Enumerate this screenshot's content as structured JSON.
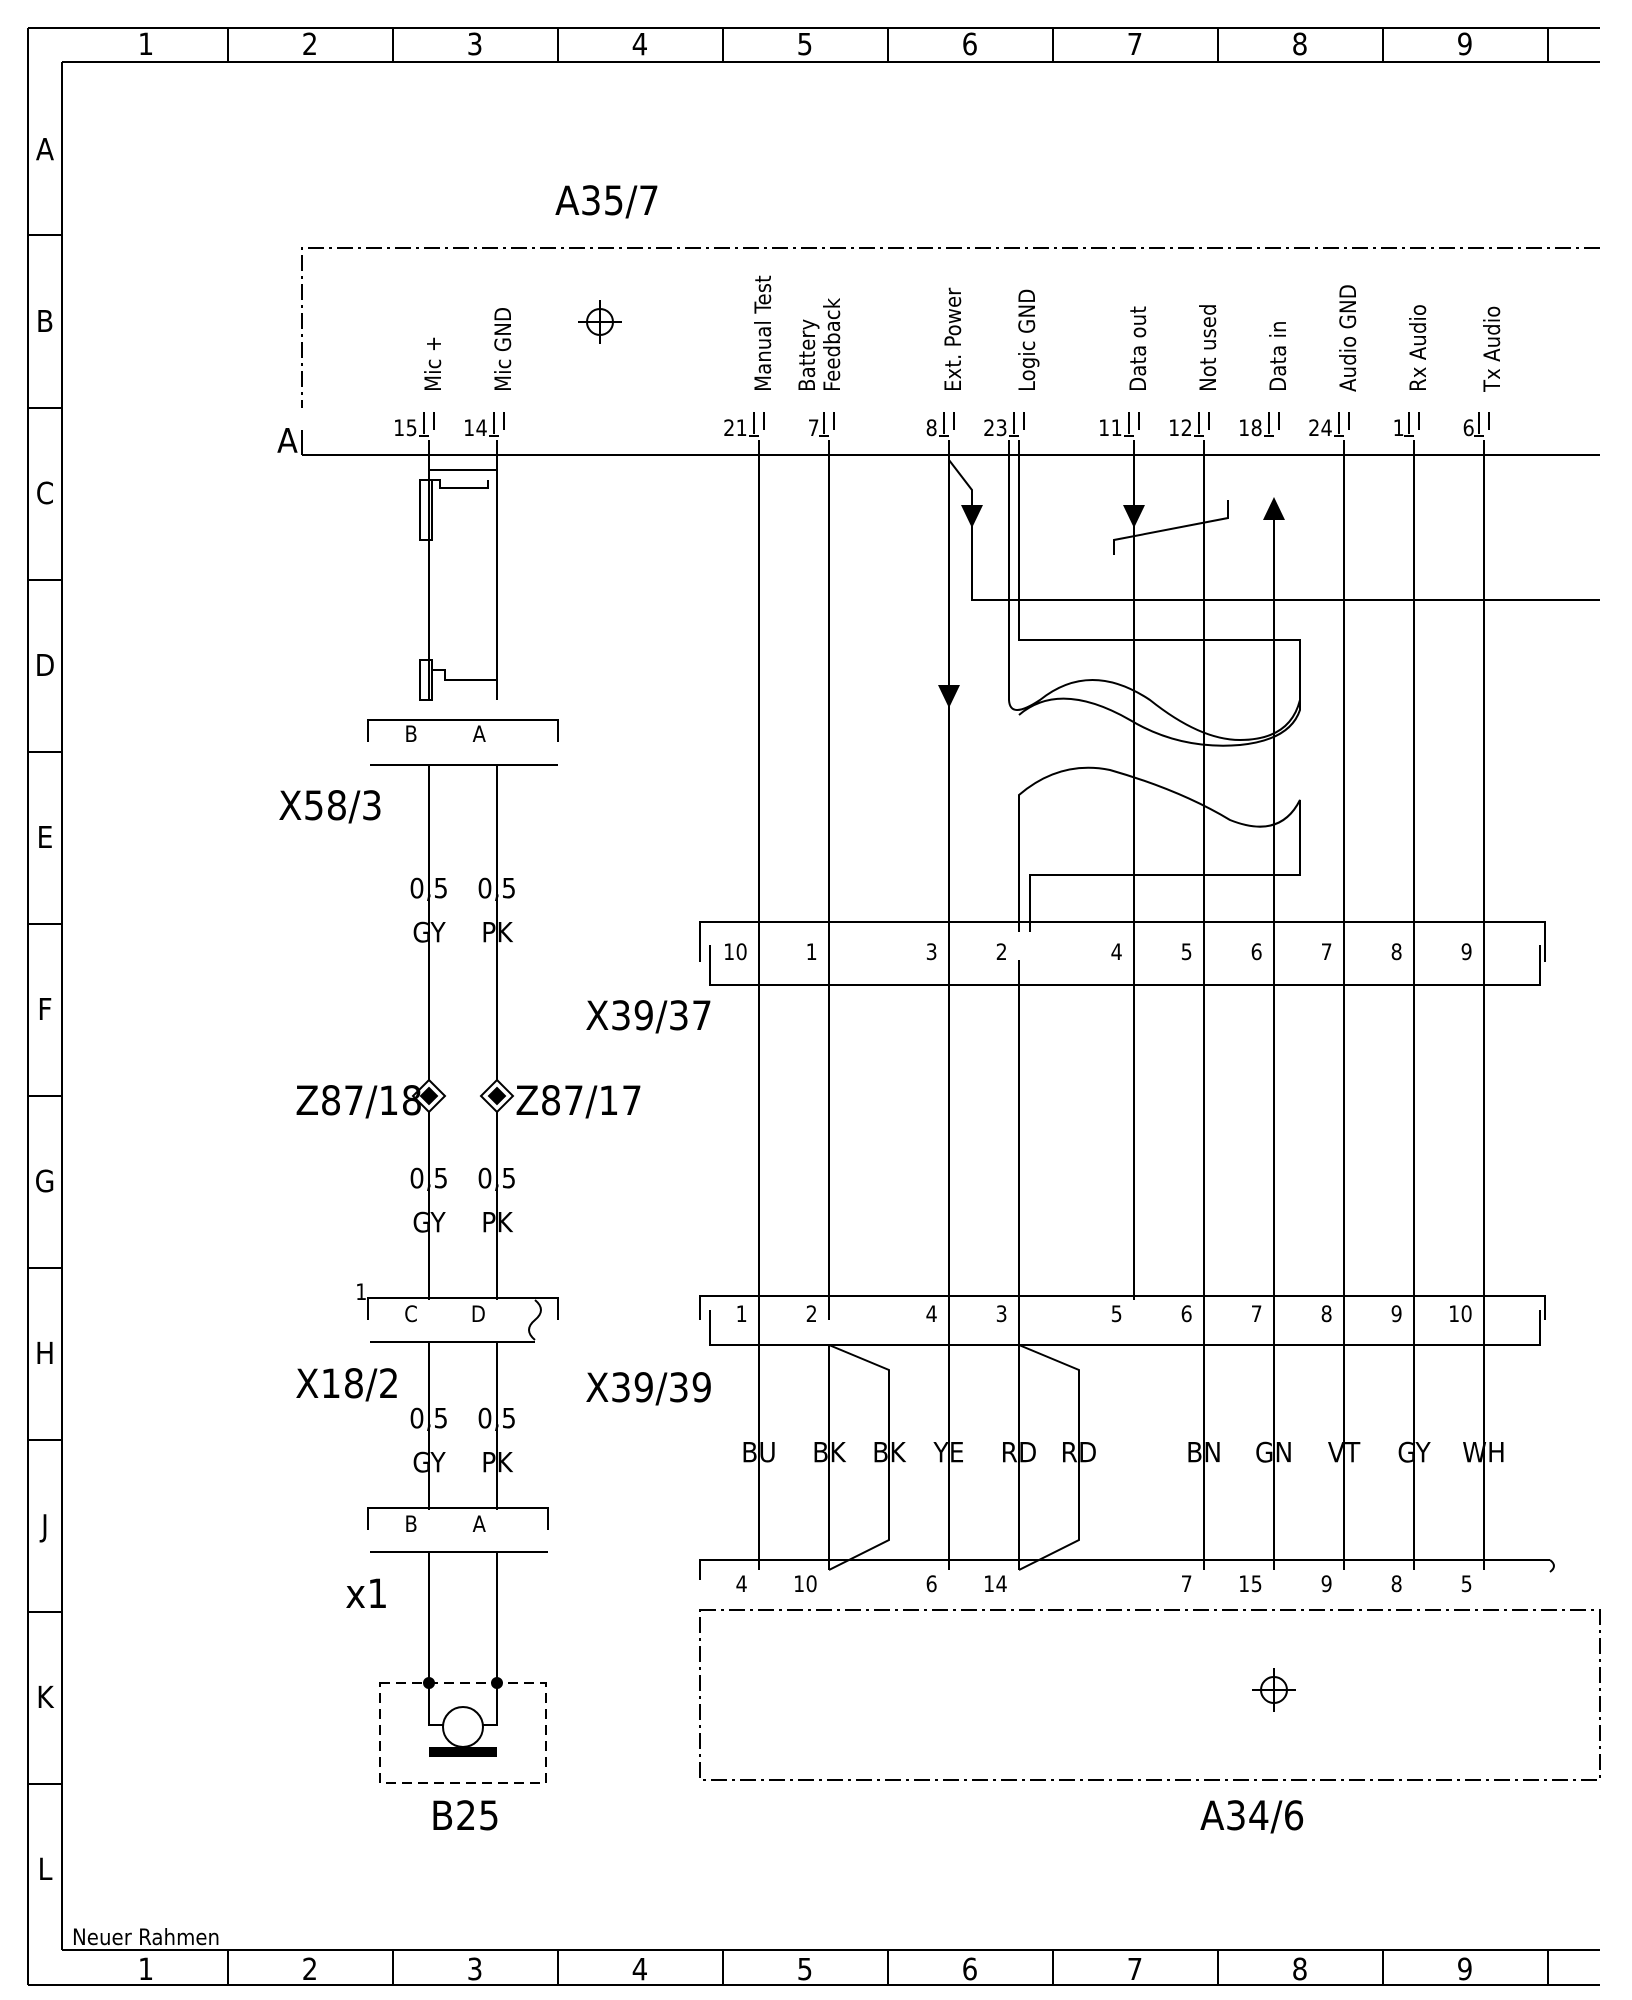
{
  "frame": {
    "columns": [
      "1",
      "2",
      "3",
      "4",
      "5",
      "6",
      "7",
      "8",
      "9"
    ],
    "rows": [
      "A",
      "B",
      "C",
      "D",
      "E",
      "F",
      "G",
      "H",
      "J",
      "K",
      "L"
    ],
    "footer_note": "Neuer Rahmen"
  },
  "components": {
    "a35_7": {
      "id": "A35/7",
      "connector_letter": "A"
    },
    "a34_6": {
      "id": "A34/6"
    },
    "b25": {
      "id": "B25"
    },
    "x58_3": {
      "id": "X58/3"
    },
    "x39_37": {
      "id": "X39/37"
    },
    "x39_39": {
      "id": "X39/39"
    },
    "x18_2": {
      "id": "X18/2",
      "mark": "1"
    },
    "x1": {
      "id": "x1"
    },
    "z87_18": {
      "id": "Z87/18"
    },
    "z87_17": {
      "id": "Z87/17"
    }
  },
  "a35_pins": [
    {
      "signal": "Mic +",
      "pin": "15"
    },
    {
      "signal": "Mic GND",
      "pin": "14"
    },
    {
      "signal": "Manual Test",
      "pin": "21"
    },
    {
      "signal": "Battery Feedback",
      "pin": "7"
    },
    {
      "signal": "Ext. Power",
      "pin": "8"
    },
    {
      "signal": "Logic GND",
      "pin": "23"
    },
    {
      "signal": "Data out",
      "pin": "11"
    },
    {
      "signal": "Not used",
      "pin": "12"
    },
    {
      "signal": "Data in",
      "pin": "18"
    },
    {
      "signal": "Audio GND",
      "pin": "24"
    },
    {
      "signal": "Rx Audio",
      "pin": "1"
    },
    {
      "signal": "Tx Audio",
      "pin": "6"
    }
  ],
  "mic_connectors": {
    "x58_3": [
      "B",
      "A"
    ],
    "x18_2": [
      "C",
      "D"
    ],
    "x1": [
      "B",
      "A"
    ]
  },
  "mic_wires": {
    "left": {
      "size": "0,5",
      "color": "GY"
    },
    "right": {
      "size": "0,5",
      "color": "PK"
    }
  },
  "x39_37_pins": [
    "10",
    "1",
    "3",
    "2",
    "4",
    "5",
    "6",
    "7",
    "8",
    "9"
  ],
  "x39_39_pins": [
    "1",
    "2",
    "4",
    "3",
    "5",
    "6",
    "7",
    "8",
    "9",
    "10"
  ],
  "a34_pins": [
    "4",
    "10",
    "6",
    "14",
    "7",
    "15",
    "9",
    "8",
    "5"
  ],
  "wire_colors": [
    "BU",
    "BK",
    "BK",
    "YE",
    "RD",
    "RD",
    "BN",
    "GN",
    "VT",
    "GY",
    "WH"
  ]
}
